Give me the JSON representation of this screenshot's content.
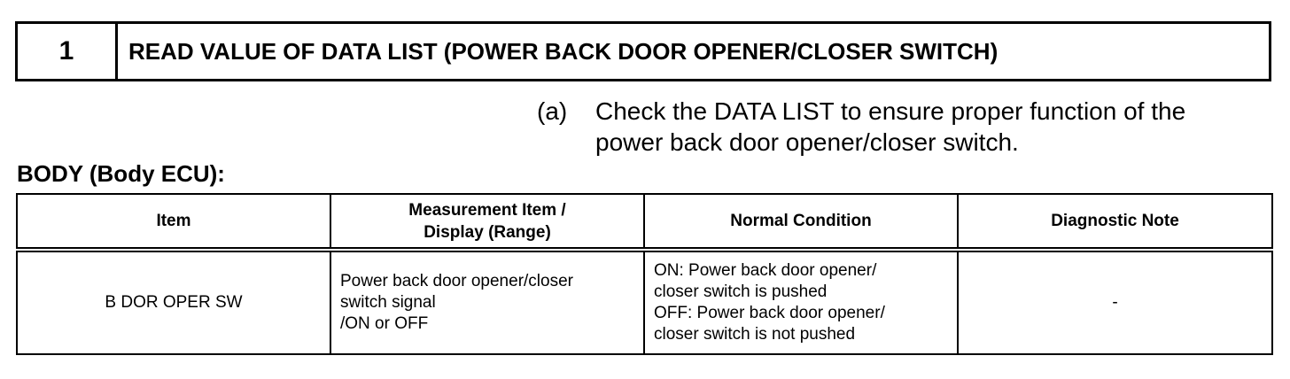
{
  "step": {
    "number": "1",
    "title": "READ VALUE OF DATA LIST (POWER BACK DOOR OPENER/CLOSER SWITCH)"
  },
  "instruction": {
    "marker": "(a)",
    "lines": [
      "Check the DATA LIST to ensure proper function of the",
      "power back door opener/closer switch."
    ]
  },
  "section": {
    "heading": "BODY (Body ECU):"
  },
  "table": {
    "headers": {
      "item": "Item",
      "measurement_line1": "Measurement Item /",
      "measurement_line2": "Display (Range)",
      "normal_condition": "Normal Condition",
      "diagnostic_note": "Diagnostic Note"
    },
    "rows": [
      {
        "item": "B DOR OPER SW",
        "measurement": [
          "Power back door opener/closer",
          "switch signal",
          "/ON or OFF"
        ],
        "normal_condition": [
          "ON: Power back door opener/",
          "closer switch is pushed",
          "OFF: Power back door opener/",
          "closer switch is not pushed"
        ],
        "diagnostic_note": "-"
      }
    ]
  }
}
